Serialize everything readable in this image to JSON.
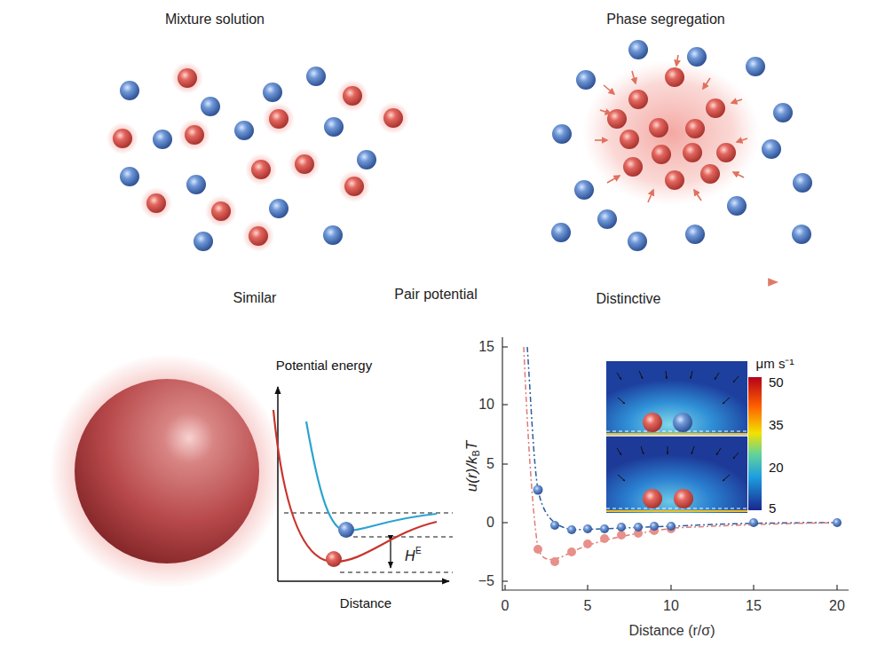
{
  "diagram": {
    "labels": [
      "Mixture solution",
      "Phase segregation",
      "Similar",
      "Pair potential",
      "Distinctive",
      "Potential energy",
      "Distance",
      "H",
      "E",
      "15",
      "10",
      "5",
      "0",
      "−5",
      "0",
      "5",
      "10",
      "15",
      "20",
      "Distance (r/σ)",
      "u(r)/k",
      "B",
      "T",
      "μm s⁻¹",
      "50",
      "35",
      "20",
      "5"
    ]
  }
}
